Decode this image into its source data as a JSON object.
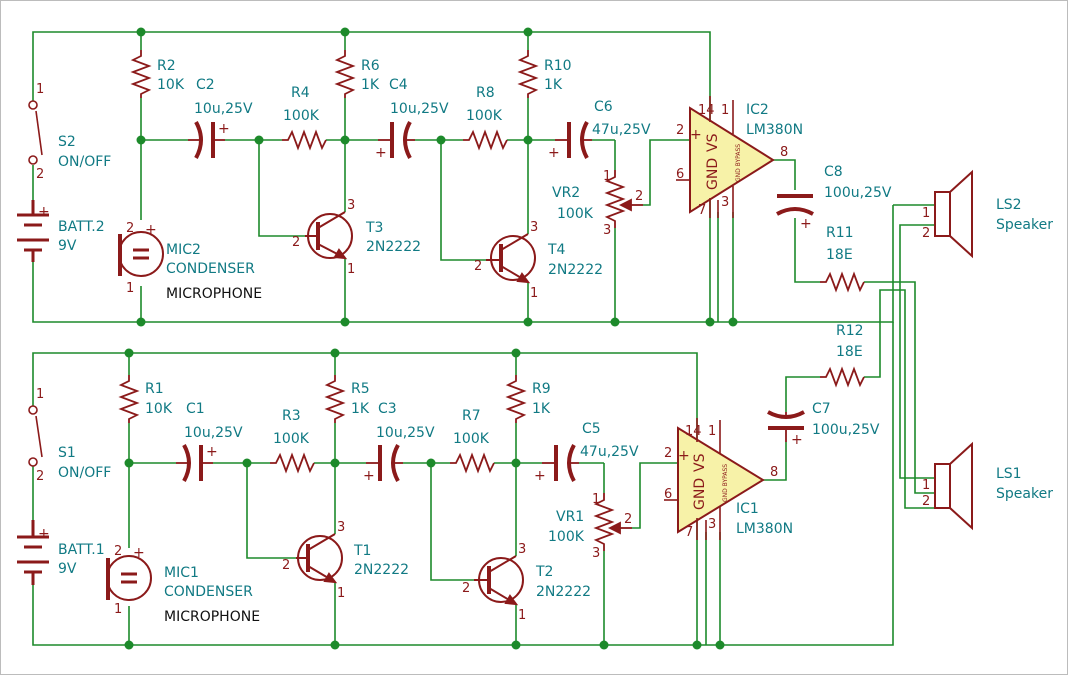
{
  "colors": {
    "wire": "#1d8a2b",
    "component": "#8b1a1a",
    "label": "#117a84",
    "ic_fill": "#f7f2a8",
    "border": "#bcbcbc"
  },
  "top": {
    "switch": {
      "ref": "S2",
      "value": "ON/OFF",
      "pin1": "1",
      "pin2": "2"
    },
    "battery": {
      "ref": "BATT.2",
      "value": "9V"
    },
    "mic": {
      "ref": "MIC2",
      "value": "CONDENSER",
      "caption": "MICROPHONE",
      "pin1": "1",
      "pin2": "2"
    },
    "r_a": {
      "ref": "R2",
      "value": "10K"
    },
    "c_a": {
      "ref": "C2",
      "value": "10u,25V"
    },
    "r_b": {
      "ref": "R4",
      "value": "100K"
    },
    "r_c": {
      "ref": "R6",
      "value": "1K"
    },
    "c_b": {
      "ref": "C4",
      "value": "10u,25V"
    },
    "r_d": {
      "ref": "R8",
      "value": "100K"
    },
    "r_e": {
      "ref": "R10",
      "value": "1K"
    },
    "c_c": {
      "ref": "C6",
      "value": "47u,25V"
    },
    "q_a": {
      "ref": "T3",
      "value": "2N2222",
      "p1": "1",
      "p2": "2",
      "p3": "3"
    },
    "q_b": {
      "ref": "T4",
      "value": "2N2222",
      "p1": "1",
      "p2": "2",
      "p3": "3"
    },
    "pot": {
      "ref": "VR2",
      "value": "100K",
      "p1": "1",
      "p2": "2",
      "p3": "3"
    },
    "ic": {
      "ref": "IC2",
      "value": "LM380N",
      "gnd": "GND",
      "vs": "VS",
      "bypass": "GND BYPASS",
      "p2": "2",
      "p6": "6",
      "p7": "7",
      "p14": "14",
      "p1": "1",
      "p3": "3",
      "p8": "8"
    },
    "c_out": {
      "ref": "C8",
      "value": "100u,25V"
    },
    "r_out": {
      "ref": "R11",
      "value": "18E"
    },
    "speaker": {
      "ref": "LS2",
      "value": "Speaker",
      "p1": "1",
      "p2": "2"
    }
  },
  "bottom": {
    "switch": {
      "ref": "S1",
      "value": "ON/OFF",
      "pin1": "1",
      "pin2": "2"
    },
    "battery": {
      "ref": "BATT.1",
      "value": "9V"
    },
    "mic": {
      "ref": "MIC1",
      "value": "CONDENSER",
      "caption": "MICROPHONE",
      "pin1": "1",
      "pin2": "2"
    },
    "r_a": {
      "ref": "R1",
      "value": "10K"
    },
    "c_a": {
      "ref": "C1",
      "value": "10u,25V"
    },
    "r_b": {
      "ref": "R3",
      "value": "100K"
    },
    "r_c": {
      "ref": "R5",
      "value": "1K"
    },
    "c_b": {
      "ref": "C3",
      "value": "10u,25V"
    },
    "r_d": {
      "ref": "R7",
      "value": "100K"
    },
    "r_e": {
      "ref": "R9",
      "value": "1K"
    },
    "c_c": {
      "ref": "C5",
      "value": "47u,25V"
    },
    "q_a": {
      "ref": "T1",
      "value": "2N2222",
      "p1": "1",
      "p2": "2",
      "p3": "3"
    },
    "q_b": {
      "ref": "T2",
      "value": "2N2222",
      "p1": "1",
      "p2": "2",
      "p3": "3"
    },
    "pot": {
      "ref": "VR1",
      "value": "100K",
      "p1": "1",
      "p2": "2",
      "p3": "3"
    },
    "ic": {
      "ref": "IC1",
      "value": "LM380N",
      "gnd": "GND",
      "vs": "VS",
      "bypass": "GND BYPASS",
      "p2": "2",
      "p6": "6",
      "p7": "7",
      "p14": "14",
      "p1": "1",
      "p3": "3",
      "p8": "8"
    },
    "c_out": {
      "ref": "C7",
      "value": "100u,25V"
    },
    "r_out": {
      "ref": "R12",
      "value": "18E"
    },
    "speaker": {
      "ref": "LS1",
      "value": "Speaker",
      "p1": "1",
      "p2": "2"
    }
  },
  "symbols": {
    "plus": "+"
  }
}
